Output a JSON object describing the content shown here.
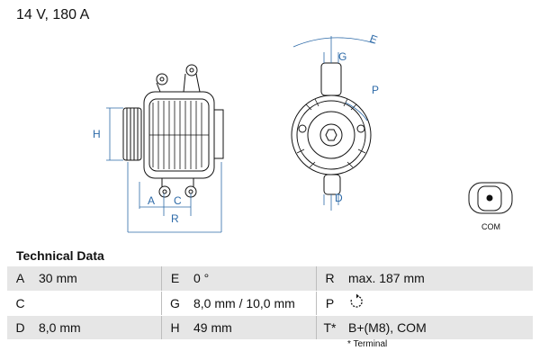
{
  "headline": "14 V, 180 A",
  "diagram_labels": {
    "H": "H",
    "A": "A",
    "C": "C",
    "R": "R",
    "E": "E",
    "G": "G",
    "P": "P",
    "D": "D",
    "connector": "COM"
  },
  "spec_title": "Technical Data",
  "spec_rows": [
    [
      {
        "k": "A",
        "v": "30 mm"
      },
      {
        "k": "E",
        "v": "0 °"
      },
      {
        "k": "R",
        "v": "max. 187 mm"
      }
    ],
    [
      {
        "k": "C",
        "v": ""
      },
      {
        "k": "G",
        "v": "8,0 mm / 10,0 mm"
      },
      {
        "k": "P",
        "v": "",
        "icon": "clockwise-rotation-icon"
      }
    ],
    [
      {
        "k": "D",
        "v": "8,0 mm"
      },
      {
        "k": "H",
        "v": "49 mm"
      },
      {
        "k": "T*",
        "v": "B+(M8), COM"
      }
    ]
  ],
  "footnote": "* Terminal",
  "colors": {
    "dimension_lines": "#2d6aa8",
    "row_shade": "#e6e6e6"
  }
}
